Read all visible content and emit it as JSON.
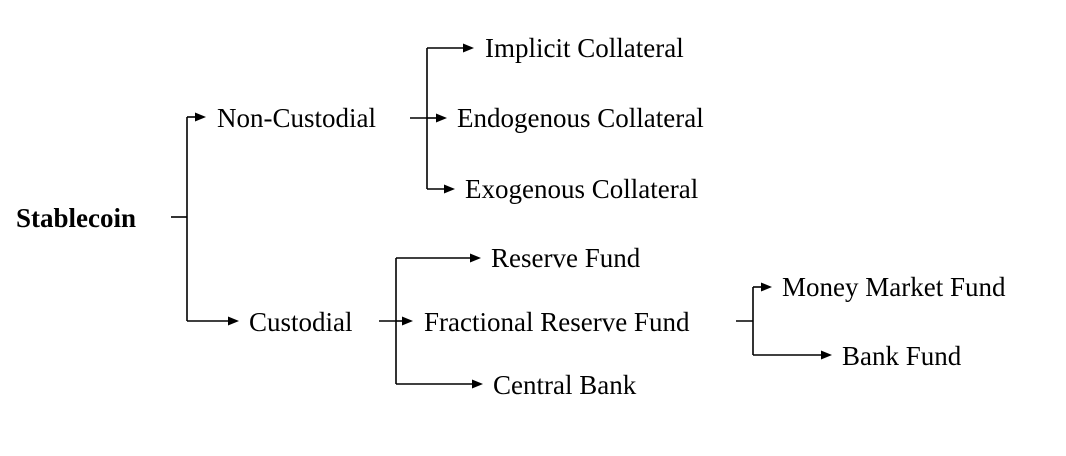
{
  "diagram": {
    "root": "Stablecoin",
    "nodes": {
      "non_custodial": "Non-Custodial",
      "custodial": "Custodial",
      "implicit_collateral": "Implicit Collateral",
      "endogenous_collateral": "Endogenous Collateral",
      "exogenous_collateral": "Exogenous Collateral",
      "reserve_fund": "Reserve Fund",
      "fractional_reserve_fund": "Fractional Reserve Fund",
      "central_bank": "Central Bank",
      "money_market_fund": "Money Market Fund",
      "bank_fund": "Bank Fund"
    },
    "edges": [
      [
        "root",
        "non_custodial"
      ],
      [
        "root",
        "custodial"
      ],
      [
        "non_custodial",
        "implicit_collateral"
      ],
      [
        "non_custodial",
        "endogenous_collateral"
      ],
      [
        "non_custodial",
        "exogenous_collateral"
      ],
      [
        "custodial",
        "reserve_fund"
      ],
      [
        "custodial",
        "fractional_reserve_fund"
      ],
      [
        "custodial",
        "central_bank"
      ],
      [
        "fractional_reserve_fund",
        "money_market_fund"
      ],
      [
        "fractional_reserve_fund",
        "bank_fund"
      ]
    ]
  }
}
